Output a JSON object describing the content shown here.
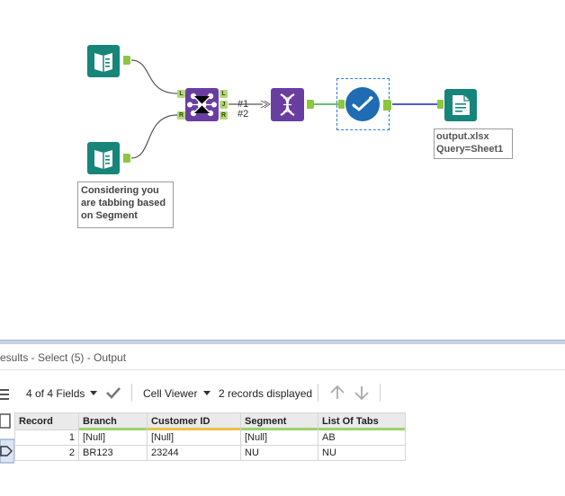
{
  "canvas": {
    "comment_text": "Considering you\nare tabbing based\non Segment",
    "output_label": "output.xlsx\nQuery=Sheet1",
    "join_labels": [
      "#1",
      "#2"
    ],
    "anchor_tags": {
      "L": "L",
      "R": "R",
      "J": "J"
    },
    "icons": {
      "input1": "book-input-icon",
      "input2": "book-input-icon",
      "join": "join-icon",
      "dna": "dna-icon",
      "select": "select-check-icon",
      "output": "output-file-icon"
    },
    "colors": {
      "input": "#17857a",
      "join": "#6a3ea1",
      "dna": "#6a3ea1",
      "select": "#1f6bb4",
      "output": "#17857a",
      "anchor": "#8dc63f",
      "connection_green": "#3aa654",
      "connection_blue": "#3344cc"
    }
  },
  "results": {
    "title": "esults - Select (5) - Output",
    "fields_label": "4 of 4 Fields",
    "cell_viewer_label": "Cell Viewer",
    "records_label": "2 records displayed",
    "columns": [
      "Record",
      "Branch",
      "Customer ID",
      "Segment",
      "List Of Tabs"
    ],
    "rows": [
      {
        "record": "1",
        "branch": "[Null]",
        "customer_id": "[Null]",
        "segment": "[Null]",
        "tabs": "AB"
      },
      {
        "record": "2",
        "branch": "BR123",
        "customer_id": "23244",
        "segment": "NU",
        "tabs": "NU"
      }
    ]
  }
}
